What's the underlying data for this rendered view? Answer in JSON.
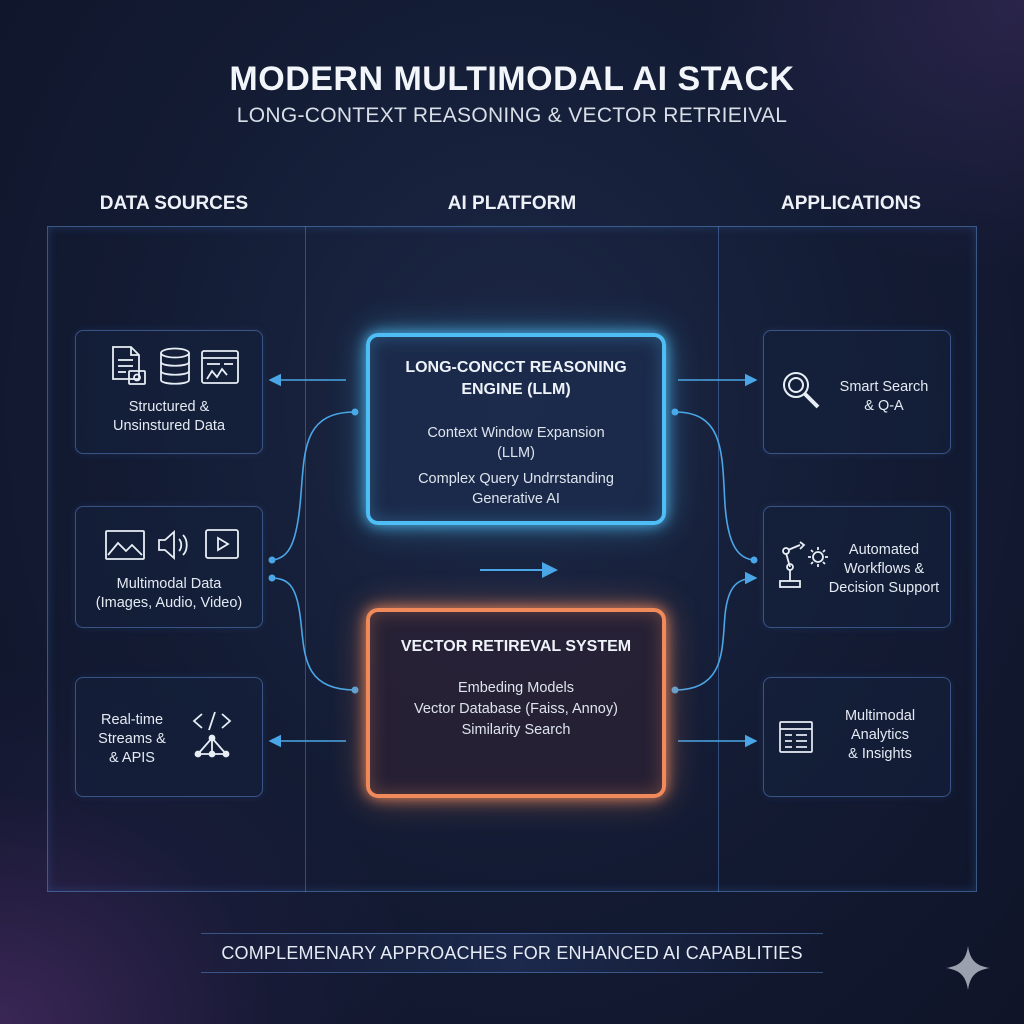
{
  "header": {
    "title": "MODERN MULTIMODAL AI STACK",
    "subtitle": "LONG-CONTEXT REASONING & VECTOR RETRIEIVAL"
  },
  "columns": {
    "left": "DATA SOURCES",
    "center": "AI PLATFORM",
    "right": "APPLICATIONS"
  },
  "sources": [
    {
      "line1": "Structured &",
      "line2": "Unsinstured Data",
      "icons": [
        "document-icon",
        "database-icon",
        "code-window-icon"
      ]
    },
    {
      "line1": "Multimodal Data",
      "line2": "(Images, Audio, Video)",
      "icons": [
        "image-icon",
        "audio-icon",
        "video-icon"
      ]
    },
    {
      "line1": "Real-time",
      "line2": "Streams &",
      "line3": "& APIS",
      "icons": [
        "code-brackets-icon",
        "network-icon"
      ]
    }
  ],
  "llm_engine": {
    "title1": "LONG-CONCCT REASONING",
    "title2": "ENGINE (LLM)",
    "line1": "Context Window Expansion",
    "line2": "(LLM)",
    "line3": "Complex Query Undrrstanding",
    "line4": "Generative AI",
    "color": "#4fbef4"
  },
  "vector_system": {
    "title": "VECTOR RETIREVAL SYSTEM",
    "line1": "Embeding Models",
    "line2": "Vector Database (Faiss, Annoy)",
    "line3": "Similarity Search",
    "color": "#f08a5a"
  },
  "applications": [
    {
      "line1": "Smart Search",
      "line2": "& Q-A",
      "icons": [
        "magnifier-icon"
      ]
    },
    {
      "line1": "Automated",
      "line2": "Workflows &",
      "line3": "Decision Support",
      "icons": [
        "robot-arm-icon",
        "gear-icon"
      ]
    },
    {
      "line1": "Multimodal",
      "line2": "Analytics",
      "line3": "& Insights",
      "icons": [
        "dashboard-icon"
      ]
    }
  ],
  "footer": "COMPLEMENARY APPROACHES FOR ENHANCED AI CAPABLITIES",
  "colors": {
    "accent_blue": "#4fbef4",
    "accent_orange": "#f08a5a",
    "connector": "#4aa6e6"
  }
}
